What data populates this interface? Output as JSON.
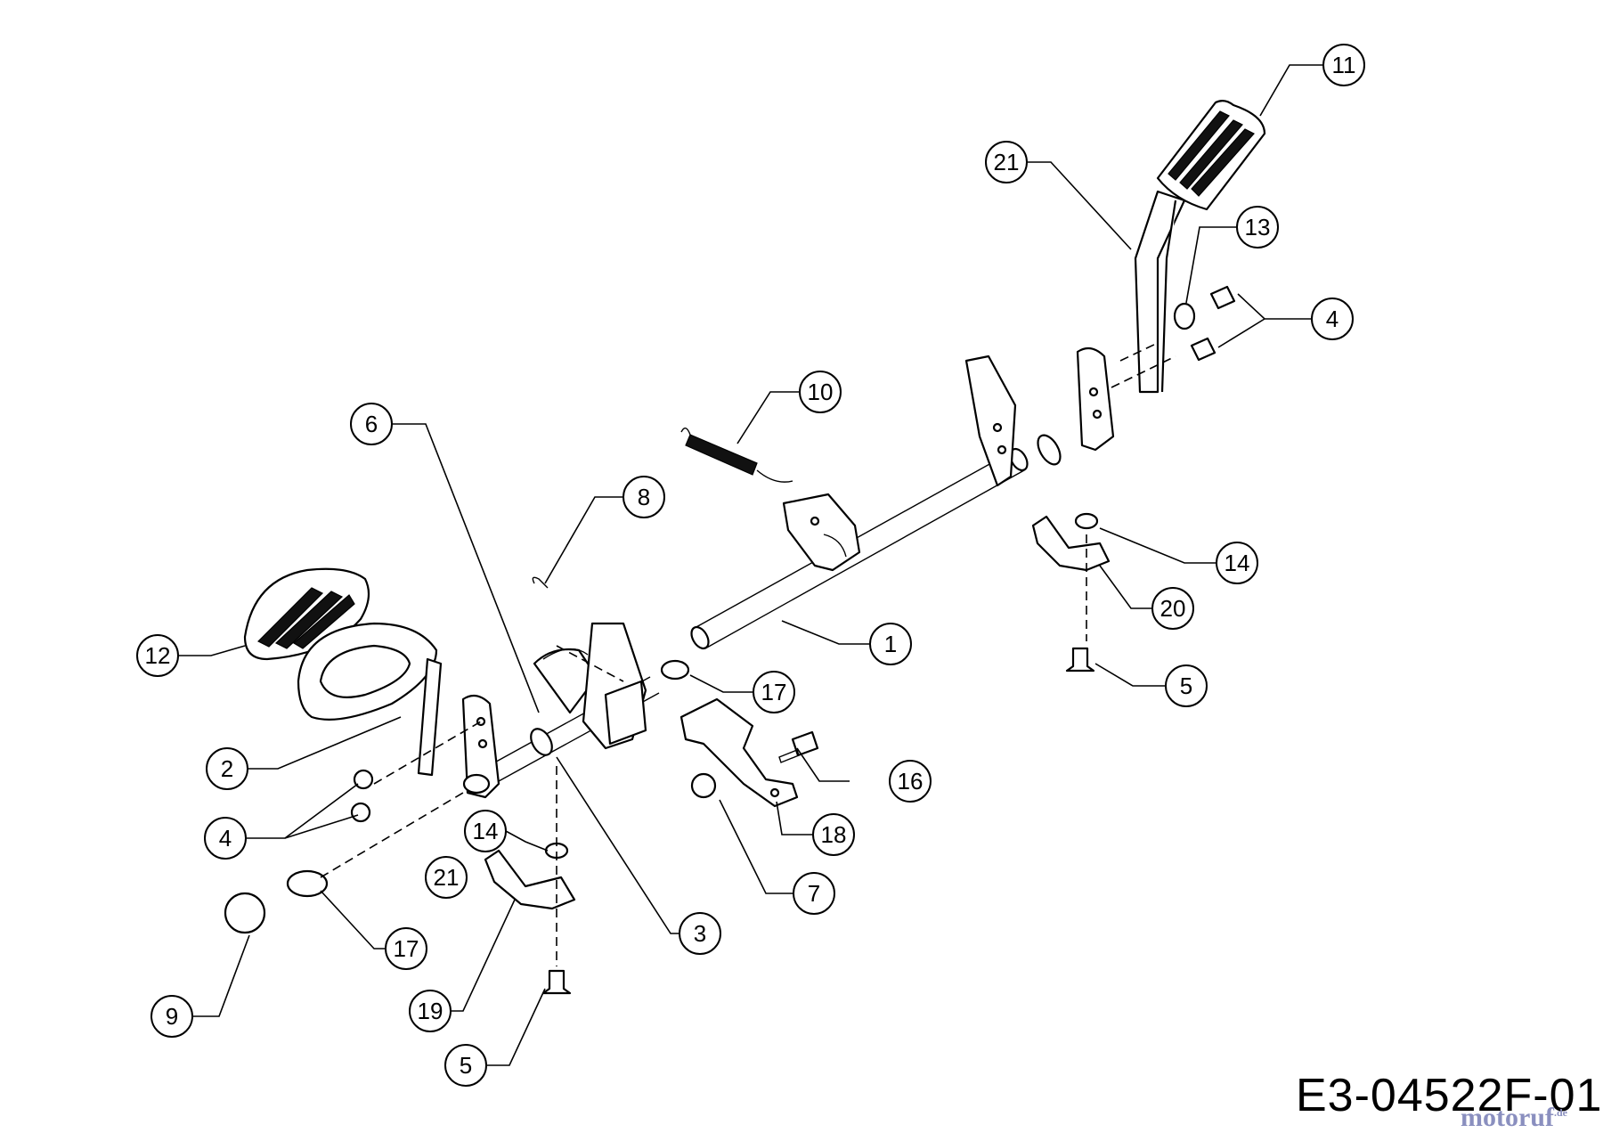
{
  "diagram": {
    "code": "E3-04522F-01",
    "watermark": "motoruf",
    "watermark_suffix": ".de",
    "callouts": [
      {
        "id": "c11",
        "label": "11"
      },
      {
        "id": "c21a",
        "label": "21"
      },
      {
        "id": "c13",
        "label": "13"
      },
      {
        "id": "c4a",
        "label": "4"
      },
      {
        "id": "c10",
        "label": "10"
      },
      {
        "id": "c6",
        "label": "6"
      },
      {
        "id": "c8",
        "label": "8"
      },
      {
        "id": "c14a",
        "label": "14"
      },
      {
        "id": "c20",
        "label": "20"
      },
      {
        "id": "c1",
        "label": "1"
      },
      {
        "id": "c5a",
        "label": "5"
      },
      {
        "id": "c17a",
        "label": "17"
      },
      {
        "id": "c12",
        "label": "12"
      },
      {
        "id": "c2",
        "label": "2"
      },
      {
        "id": "c16",
        "label": "16"
      },
      {
        "id": "c18",
        "label": "18"
      },
      {
        "id": "c4b",
        "label": "4"
      },
      {
        "id": "c14b",
        "label": "14"
      },
      {
        "id": "c21b",
        "label": "21"
      },
      {
        "id": "c7",
        "label": "7"
      },
      {
        "id": "c3",
        "label": "3"
      },
      {
        "id": "c17b",
        "label": "17"
      },
      {
        "id": "c19",
        "label": "19"
      },
      {
        "id": "c9",
        "label": "9"
      },
      {
        "id": "c5b",
        "label": "5"
      }
    ]
  }
}
